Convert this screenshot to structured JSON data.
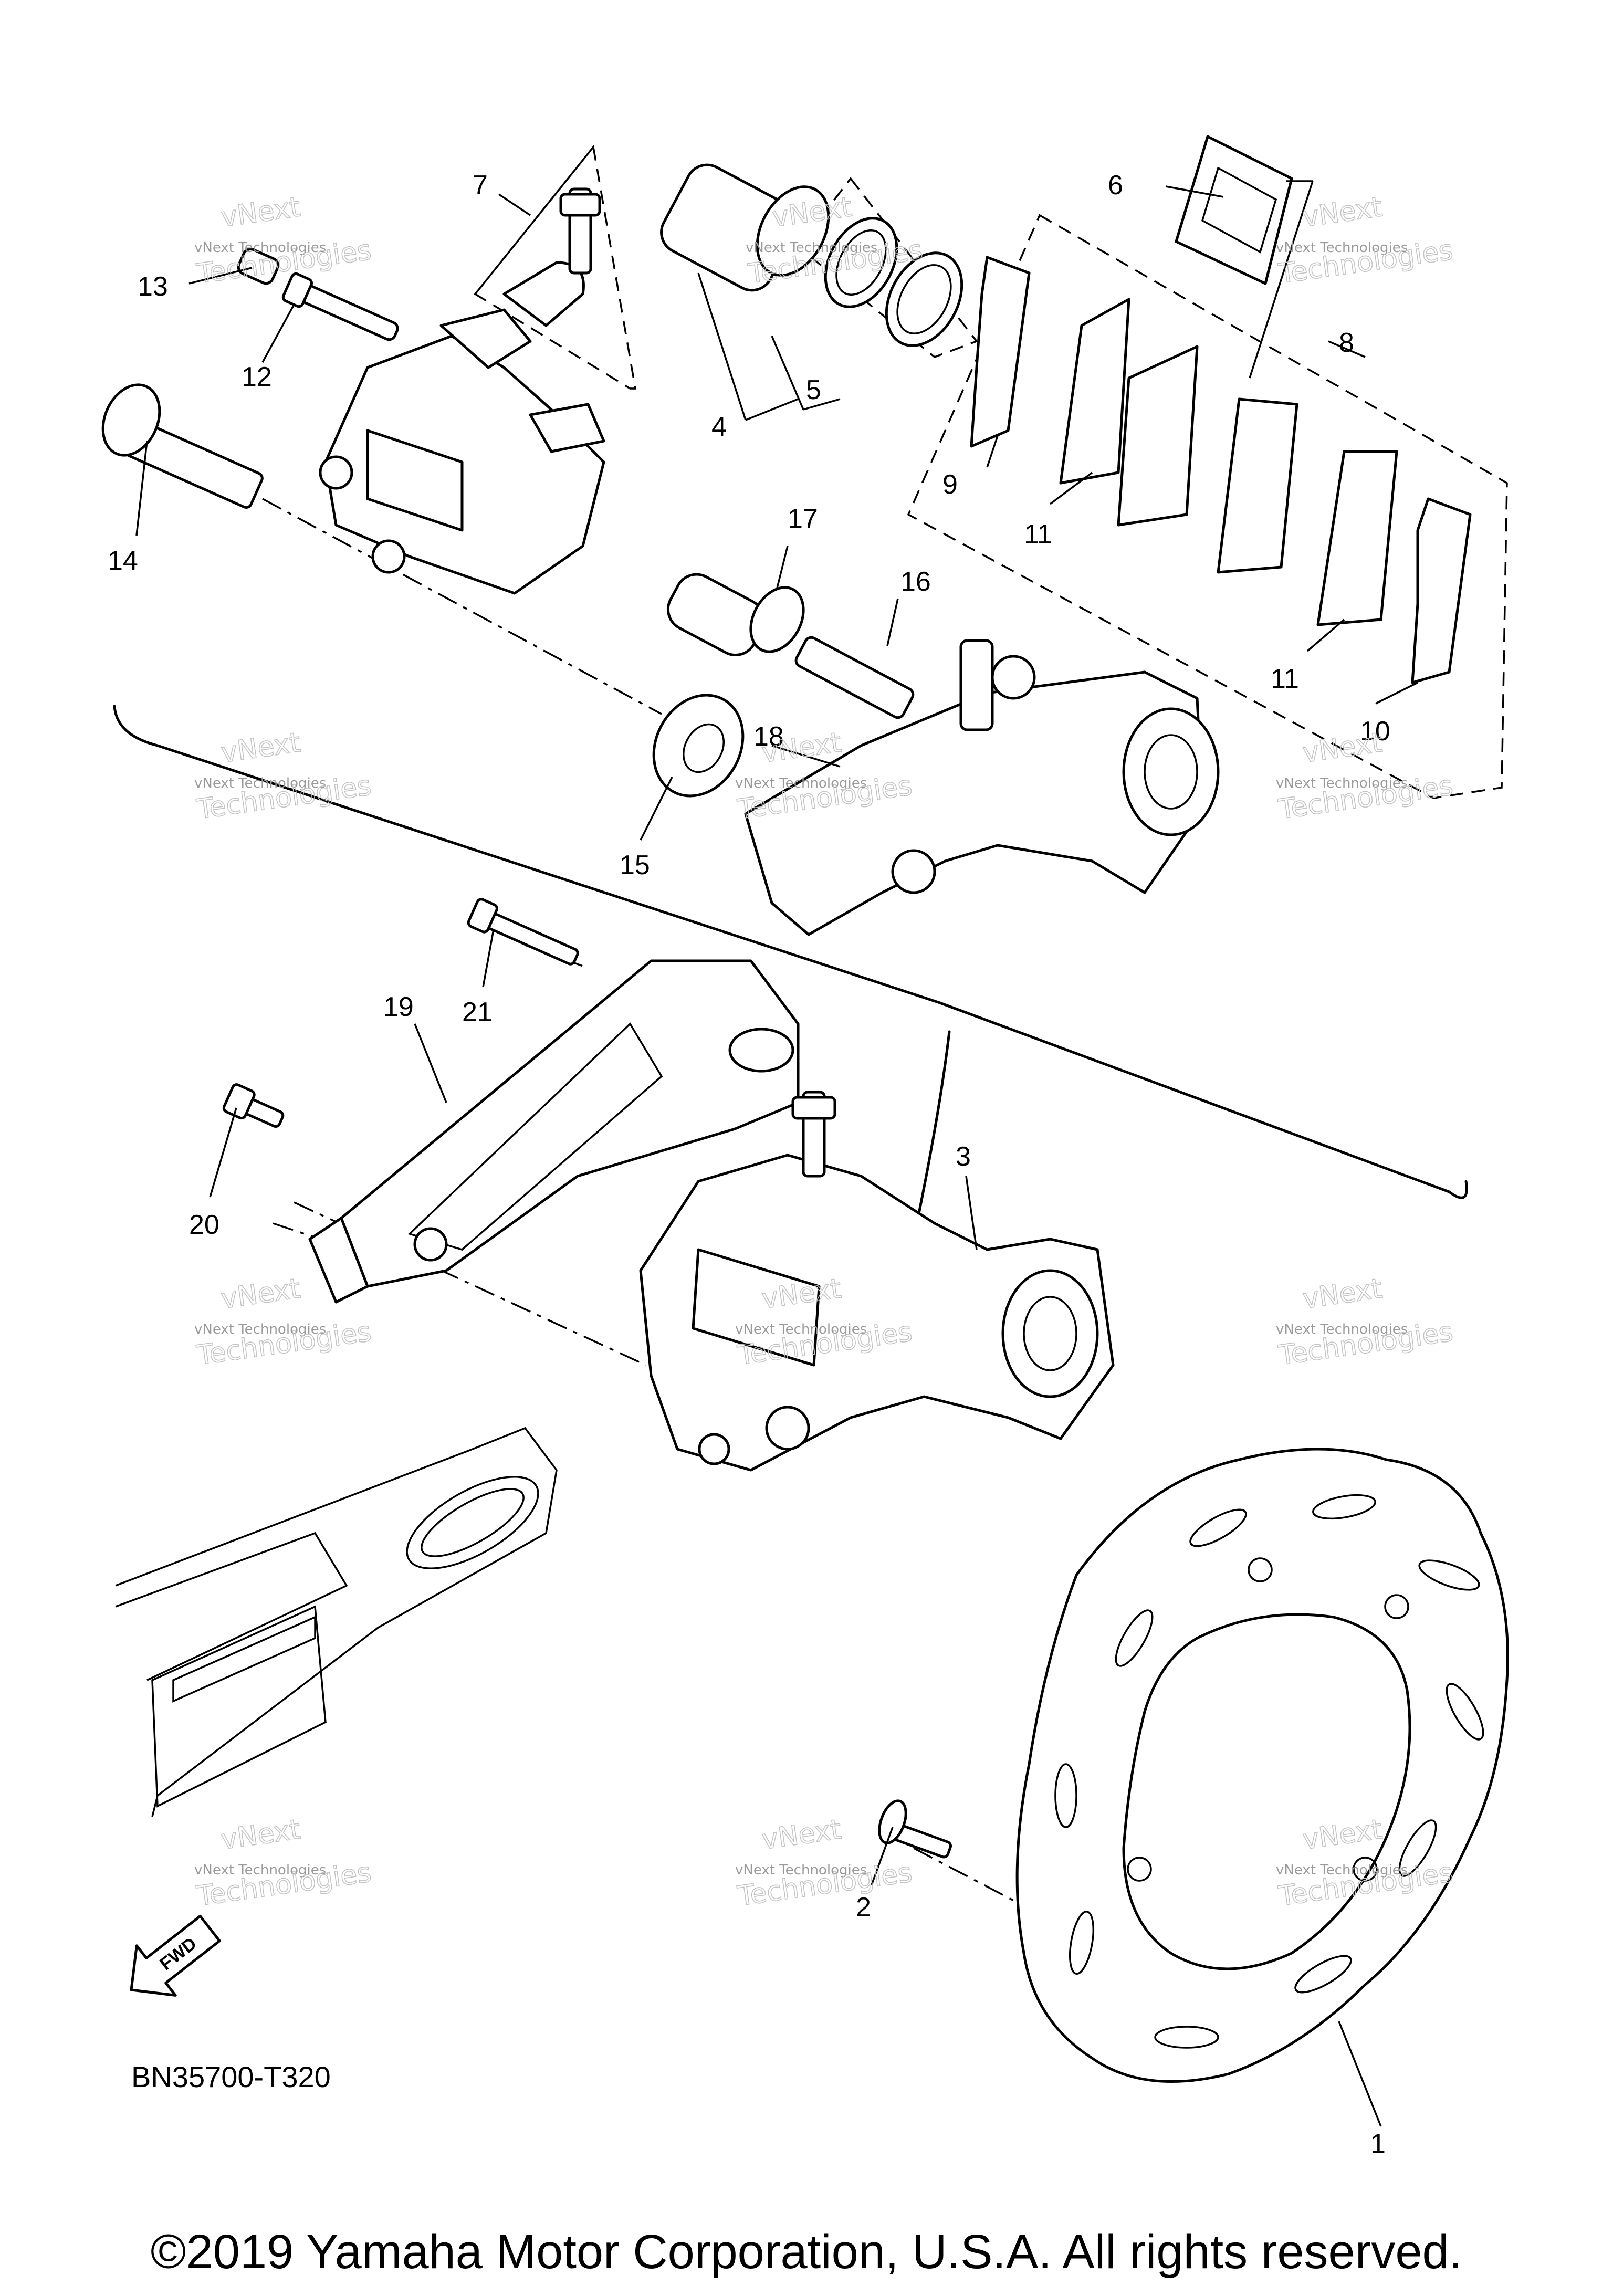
{
  "diagram_code": "BN35700-T320",
  "copyright": "©2019 Yamaha Motor Corporation, U.S.A. All rights reserved.",
  "fwd_label": "FWD",
  "watermark": {
    "line1": "vNext Technologies",
    "line2": "Technologies",
    "small": "vNext"
  },
  "callouts": {
    "p1": "1",
    "p2": "2",
    "p3": "3",
    "p4": "4",
    "p5": "5",
    "p6": "6",
    "p7": "7",
    "p8": "8",
    "p9": "9",
    "p10": "10",
    "p11a": "11",
    "p11b": "11",
    "p12": "12",
    "p13": "13",
    "p14": "14",
    "p15": "15",
    "p16": "16",
    "p17": "17",
    "p18": "18",
    "p19": "19",
    "p20": "20",
    "p21": "21"
  }
}
